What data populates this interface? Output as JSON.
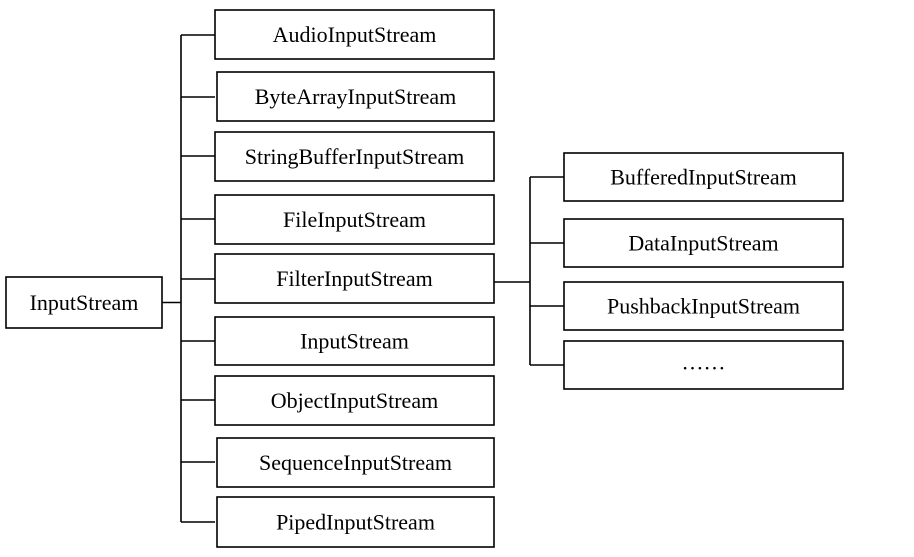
{
  "diagram": {
    "root": {
      "label": "InputStream"
    },
    "children": [
      {
        "label": "AudioInputStream"
      },
      {
        "label": "ByteArrayInputStream"
      },
      {
        "label": "StringBufferInputStream"
      },
      {
        "label": "FileInputStream"
      },
      {
        "label": "FilterInputStream"
      },
      {
        "label": "InputStream"
      },
      {
        "label": "ObjectInputStream"
      },
      {
        "label": "SequenceInputStream"
      },
      {
        "label": "PipedInputStream"
      }
    ],
    "filter_children": [
      {
        "label": "BufferedInputStream"
      },
      {
        "label": "DataInputStream"
      },
      {
        "label": "PushbackInputStream"
      },
      {
        "label": "……"
      }
    ]
  }
}
